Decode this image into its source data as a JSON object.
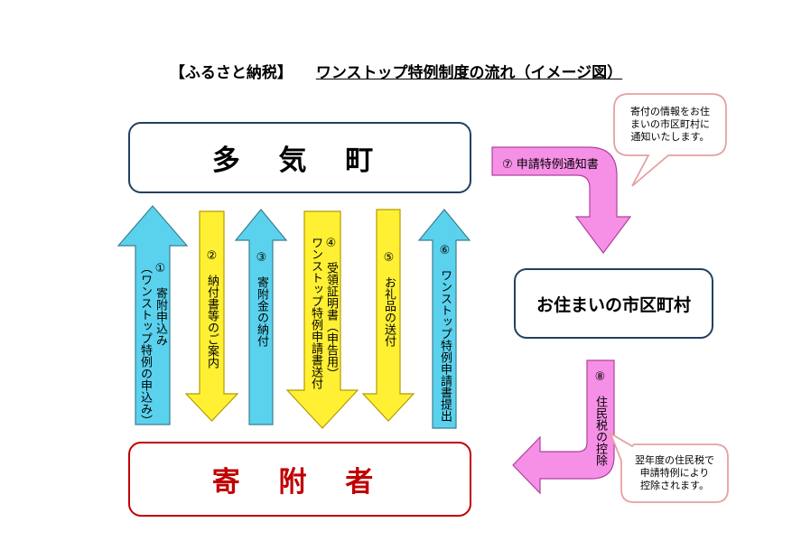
{
  "title": {
    "left": "【ふるさと納税】",
    "right": "ワンストップ特例制度の流れ（イメージ図）"
  },
  "nodes": {
    "town": "多 気 町",
    "donor": "寄 附 者",
    "city": "お住まいの市区町村"
  },
  "arrows": [
    {
      "id": "1",
      "direction": "up",
      "color": "#5ad2ee",
      "label": "①　寄附申込み",
      "sublabel": "（ワンストップ特例の申込み）"
    },
    {
      "id": "2",
      "direction": "down",
      "color": "#fff033",
      "label": "②　納付書等のご案内"
    },
    {
      "id": "3",
      "direction": "up",
      "color": "#5ad2ee",
      "label": "③　寄附金の納付"
    },
    {
      "id": "4",
      "direction": "down",
      "color": "#fff033",
      "label": "④　受領証明書（申告用）",
      "sublabel": "ワンストップ特例申請書送付"
    },
    {
      "id": "5",
      "direction": "down",
      "color": "#fff033",
      "label": "⑤　お礼品の送付"
    },
    {
      "id": "6",
      "direction": "up",
      "color": "#5ad2ee",
      "label": "⑥　ワンストップ特例申請書提出"
    },
    {
      "id": "7",
      "color": "#f690e6",
      "label": "⑦ 申請特例通知書"
    },
    {
      "id": "8",
      "color": "#f690e6",
      "label": "⑧　住民税の控除"
    }
  ],
  "bubbles": {
    "top": [
      "寄付の情報をお住",
      "まいの市区町村に",
      "通知いたします。"
    ],
    "bottom": [
      "翌年度の住民税で",
      "申請特例により",
      "控除されます。"
    ]
  },
  "colors": {
    "up_arrow": "#5ad2ee",
    "down_arrow": "#fff033",
    "notice_arrow": "#f690e6",
    "town_border": "#23405e",
    "donor": "#c00000",
    "bubble_border": "#e6a0a0"
  }
}
